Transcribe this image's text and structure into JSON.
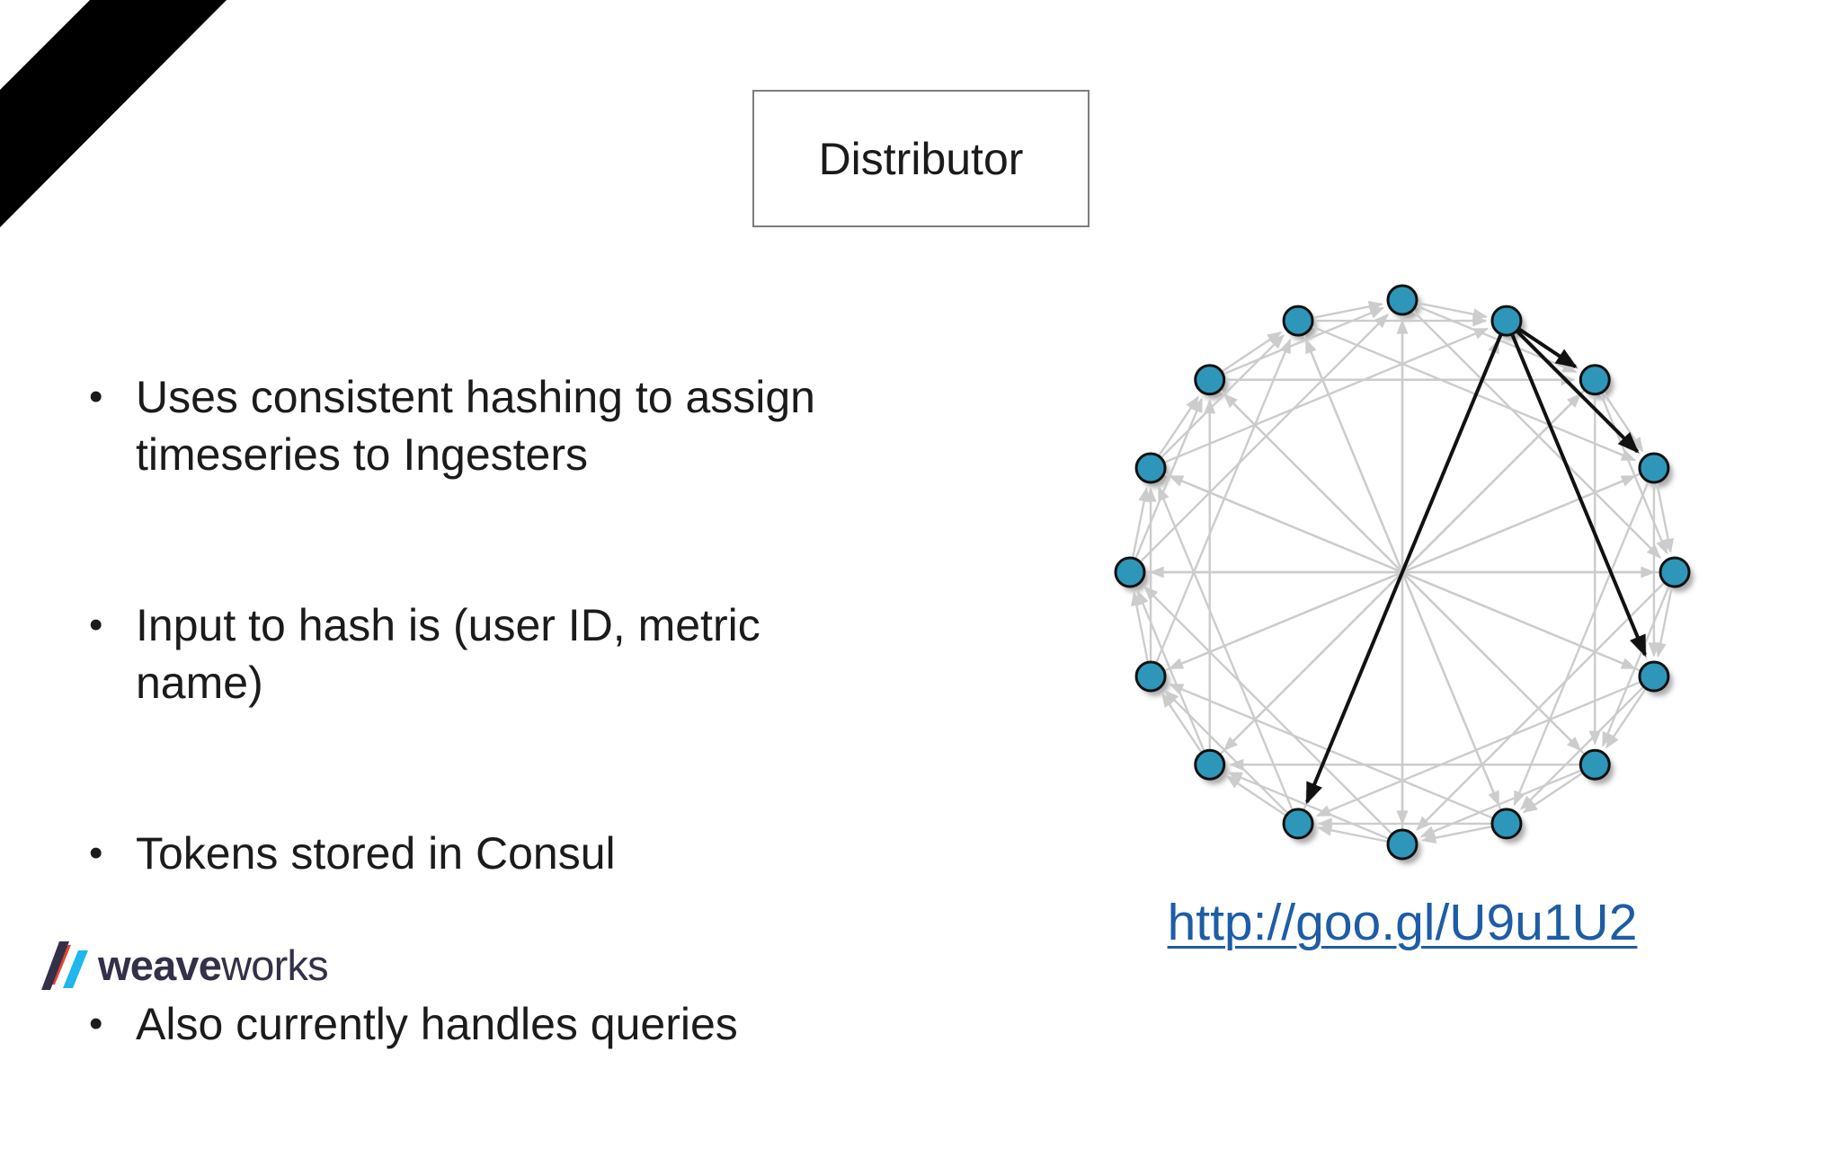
{
  "slide": {
    "distributor_label": "Distributor",
    "bullets": [
      "Uses consistent hashing to assign\ntimeseries to Ingesters",
      "Input to hash is (user ID, metric\nname)",
      "Tokens stored in Consul",
      "Also currently handles queries"
    ],
    "link_text": "http://goo.gl/U9u1U2",
    "logo": {
      "bold": "weave",
      "regular": "works"
    }
  },
  "colors": {
    "link_blue": "#1d5da6",
    "logo_navy": "#343049",
    "logo_orange": "#e8432d",
    "logo_cyan": "#1fb7ec",
    "box_border": "#7d7d7d",
    "ribbon_black": "#000000"
  },
  "chart_data": {
    "type": "network-ring",
    "description": "Consistent-hashing ring of 16 nodes. Light gray directed mesh: each node points to nodes at offsets +1, +2, +4, +8 around the ring. One node (upper right) highlighted with black arrows to its offset targets (+1, +2, +4, +8).",
    "node_count": 16,
    "start_angle_deg": 90,
    "step_deg": -22.5,
    "ring_radius": 303,
    "node_radius": 16,
    "node_fill": "#2e96b8",
    "node_stroke": "#111111",
    "node_stroke_width": 3,
    "shadow_color": "#555555",
    "mesh_offsets": [
      1,
      2,
      4,
      8
    ],
    "mesh_color": "#cccccc",
    "mesh_width": 2.4,
    "highlight_source_index": 1,
    "highlight_target_indexes": [
      2,
      3,
      5,
      9
    ],
    "highlight_color": "#111111",
    "highlight_width": 4
  }
}
